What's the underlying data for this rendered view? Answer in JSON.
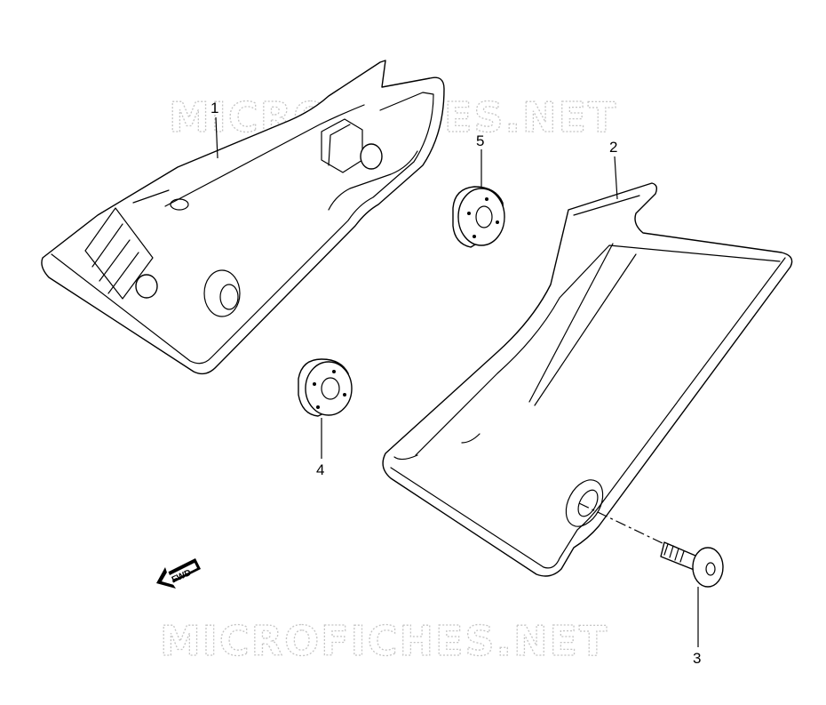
{
  "watermark": {
    "top": "MICROFICHES.NET",
    "bottom": "MICROFICHES.NET"
  },
  "callouts": {
    "part1": "1",
    "part2": "2",
    "part3": "3",
    "part4": "4",
    "part5": "5"
  },
  "direction_arrow": {
    "label": "FWD"
  }
}
